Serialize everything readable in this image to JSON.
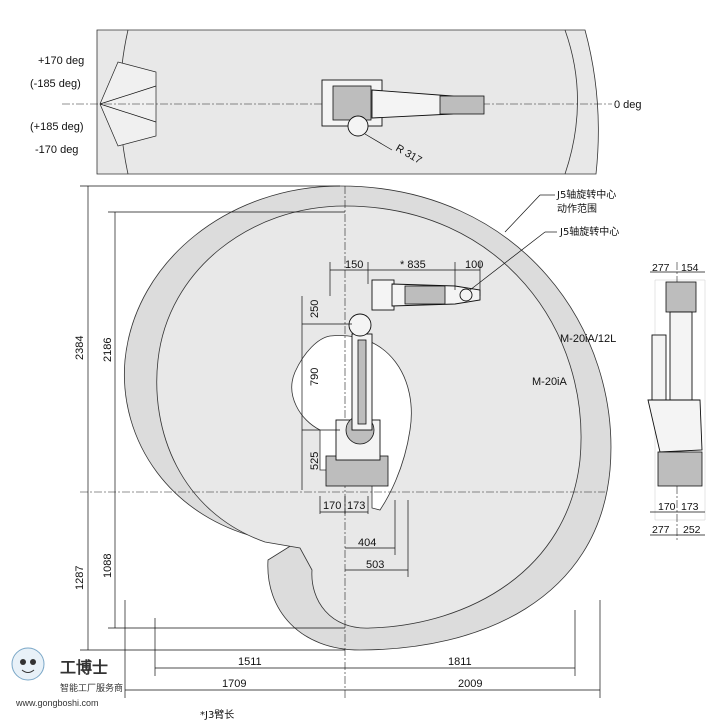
{
  "top_view": {
    "angles": [
      "+170 deg",
      "(-185 deg)",
      "(+185 deg)",
      "-170 deg"
    ],
    "zero_label": "0 deg",
    "radius_label": "R 317"
  },
  "callouts": {
    "j5_range_line1": "J5轴旋转中心",
    "j5_range_line2": "动作范围",
    "j5_center": "J5轴旋转中心"
  },
  "models": {
    "long": "M-20iA/12L",
    "standard": "M-20iA"
  },
  "side_dims": {
    "top_150": "150",
    "top_835": "* 835",
    "top_100": "100",
    "v_250": "250",
    "v_790": "790",
    "v_525": "525",
    "base_170": "170",
    "base_173": "173",
    "h_404": "404",
    "h_503": "503",
    "v_2384": "2384",
    "v_2186": "2186",
    "v_1287": "1287",
    "v_1088": "1088",
    "h_1511": "1511",
    "h_1811": "1811",
    "h_1709": "1709",
    "h_2009": "2009",
    "footnote": "*J3臂长"
  },
  "front_view": {
    "top_277": "277",
    "top_154": "154",
    "base_170": "170",
    "base_173": "173",
    "bottom_277": "277",
    "bottom_252": "252"
  },
  "watermark": {
    "brand": "工博士",
    "tagline": "智能工厂服务商",
    "url": "www.gongboshi.com"
  }
}
